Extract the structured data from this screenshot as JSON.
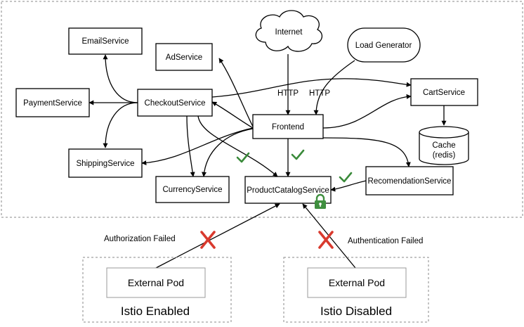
{
  "services": {
    "email": "EmailService",
    "ad": "AdService",
    "payment": "PaymentService",
    "checkout": "CheckoutService",
    "cart": "CartService",
    "frontend": "Frontend",
    "cache_line1": "Cache",
    "cache_line2": "(redis)",
    "shipping": "ShippingService",
    "currency": "CurrencyService",
    "product_catalog": "ProductCatalogService",
    "recommendation": "RecomendationService"
  },
  "external": {
    "internet": "Internet",
    "load_generator": "Load Generator",
    "http_label_1": "HTTP",
    "http_label_2": "HTTP"
  },
  "pods": {
    "left_pod": "External Pod",
    "left_zone": "Istio Enabled",
    "right_pod": "External Pod",
    "right_zone": "Istio Disabled"
  },
  "status": {
    "authorization": "Authorization Failed",
    "authentication": "Authentication Failed"
  },
  "colors": {
    "check": "#3a8a3a",
    "cross": "#d93a2e",
    "lock": "#3f8f3f"
  }
}
